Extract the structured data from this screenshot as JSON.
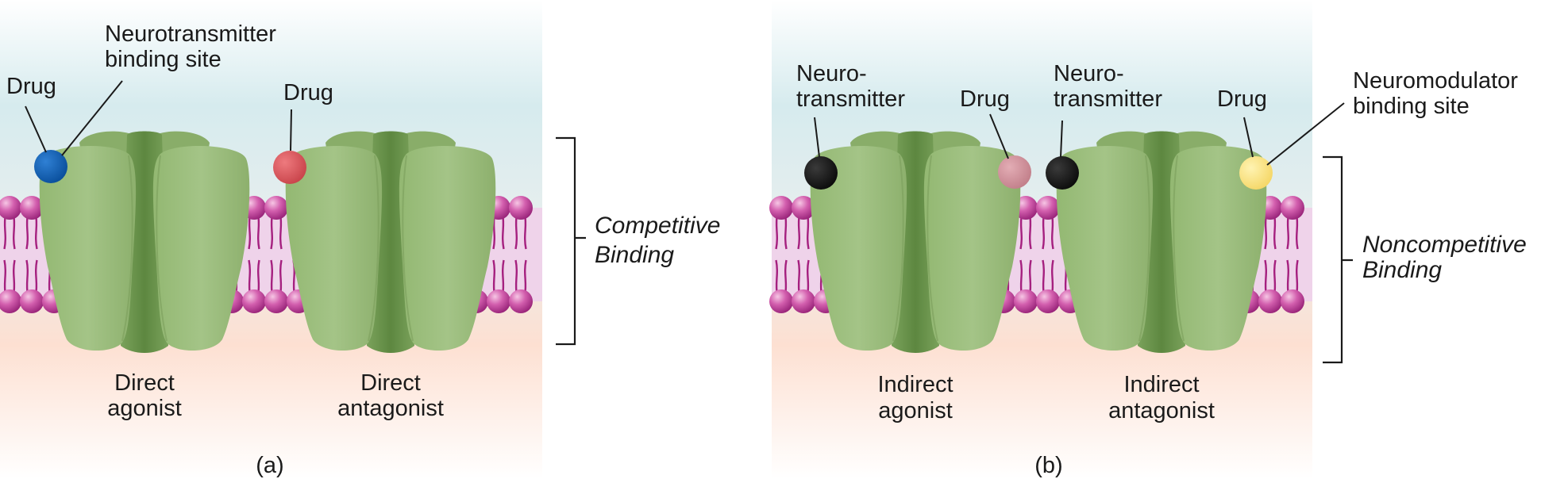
{
  "panel_a": {
    "panel_label": "(a)",
    "labels": {
      "drug_left": "Drug",
      "nt_site_line1": "Neurotransmitter",
      "nt_site_line2": "binding site",
      "drug_right": "Drug",
      "receptor1_line1": "Direct",
      "receptor1_line2": "agonist",
      "receptor2_line1": "Direct",
      "receptor2_line2": "antagonist"
    },
    "bracket_label_line1": "Competitive",
    "bracket_label_line2": "Binding"
  },
  "panel_b": {
    "panel_label": "(b)",
    "labels": {
      "nt1_line1": "Neuro-",
      "nt1_line2": "transmitter",
      "drug1": "Drug",
      "nt2_line1": "Neuro-",
      "nt2_line2": "transmitter",
      "drug2": "Drug",
      "nm_site_line1": "Neuromodulator",
      "nm_site_line2": "binding site",
      "receptor1_line1": "Indirect",
      "receptor1_line2": "agonist",
      "receptor2_line1": "Indirect",
      "receptor2_line2": "antagonist"
    },
    "bracket_label_line1": "Noncompetitive",
    "bracket_label_line2": "Binding"
  },
  "colors": {
    "drug_direct_agonist": "#0a5cb0",
    "drug_direct_antagonist": "#d84f55",
    "neurotransmitter": "#151515",
    "drug_indirect_agonist": "#cc8c96",
    "drug_indirect_antagonist": "#fbe27e",
    "receptor": "#9dc07e",
    "receptor_dark": "#6f9a52",
    "lipid_head": "#c0479b",
    "lipid_tail": "#a5207f",
    "extracellular": "#d6ebee",
    "intracellular": "#fde0d2"
  }
}
